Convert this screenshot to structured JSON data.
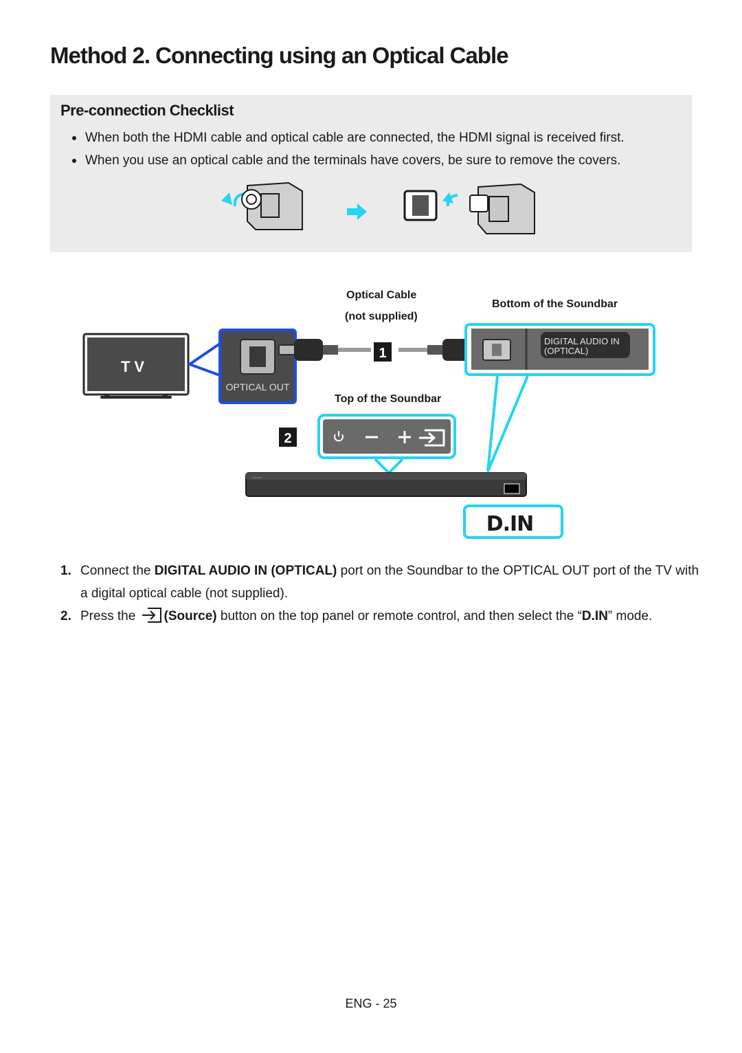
{
  "page": {
    "title": "Method 2. Connecting using an Optical Cable",
    "footer": "ENG - 25"
  },
  "checklist": {
    "heading": "Pre-connection Checklist",
    "items": [
      "When both the HDMI cable and optical cable are connected, the HDMI signal is received first.",
      "When you use an optical cable and the terminals have covers, be sure to remove the covers."
    ]
  },
  "diagram": {
    "tv_label": "TV",
    "tv_port_label": "OPTICAL OUT",
    "cable_label_line1": "Optical Cable",
    "cable_label_line2": "(not supplied)",
    "step_marker_1": "1",
    "step_marker_2": "2",
    "bottom_label": "Bottom of the Soundbar",
    "soundbar_port_line1": "DIGITAL AUDIO IN",
    "soundbar_port_line2": "(OPTICAL)",
    "top_label": "Top of the Soundbar",
    "display_mode": "D.IN"
  },
  "steps": [
    {
      "num": "1.",
      "pre": "Connect the ",
      "bold": "DIGITAL AUDIO IN (OPTICAL)",
      "post": " port on the Soundbar to the OPTICAL OUT port of the TV with a digital optical cable (not supplied)."
    },
    {
      "num": "2.",
      "pre": "Press the",
      "bold": "(Source)",
      "post": " button on the top panel or remote control, and then select the “",
      "bold2": "D.IN",
      "post2": "” mode."
    }
  ],
  "colors": {
    "highlight": "#25d3f2",
    "tv_port_frame": "#1f4fe0",
    "checklist_bg": "#ebebeb"
  }
}
